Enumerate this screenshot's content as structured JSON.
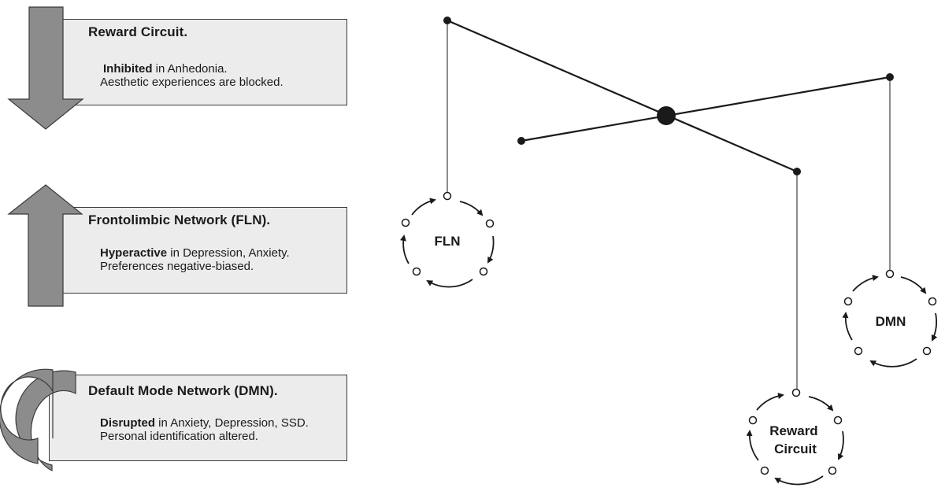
{
  "legend": {
    "reward": {
      "title": "Reward Circuit.",
      "status_word": "Inhibited",
      "status_rest": " in Anhedonia.",
      "line2": "Aesthetic experiences are blocked.",
      "icon": "down-arrow-icon"
    },
    "fln": {
      "title": "Frontolimbic Network (FLN).",
      "status_word": "Hyperactive",
      "status_rest": " in Depression, Anxiety.",
      "line2": "Preferences negative-biased.",
      "icon": "up-arrow-icon"
    },
    "dmn": {
      "title": "Default Mode Network (DMN).",
      "status_word": "Disrupted",
      "status_rest": " in Anxiety, Depression, SSD.",
      "line2": "Personal identification altered.",
      "icon": "broken-ring-icon"
    }
  },
  "mobile": {
    "fln_label": "FLN",
    "dmn_label": "DMN",
    "reward_label_line1": "Reward",
    "reward_label_line2": "Circuit"
  },
  "colors": {
    "box_fill": "#ececec",
    "icon_fill": "#8c8c8c",
    "line": "#1a1a1a"
  }
}
